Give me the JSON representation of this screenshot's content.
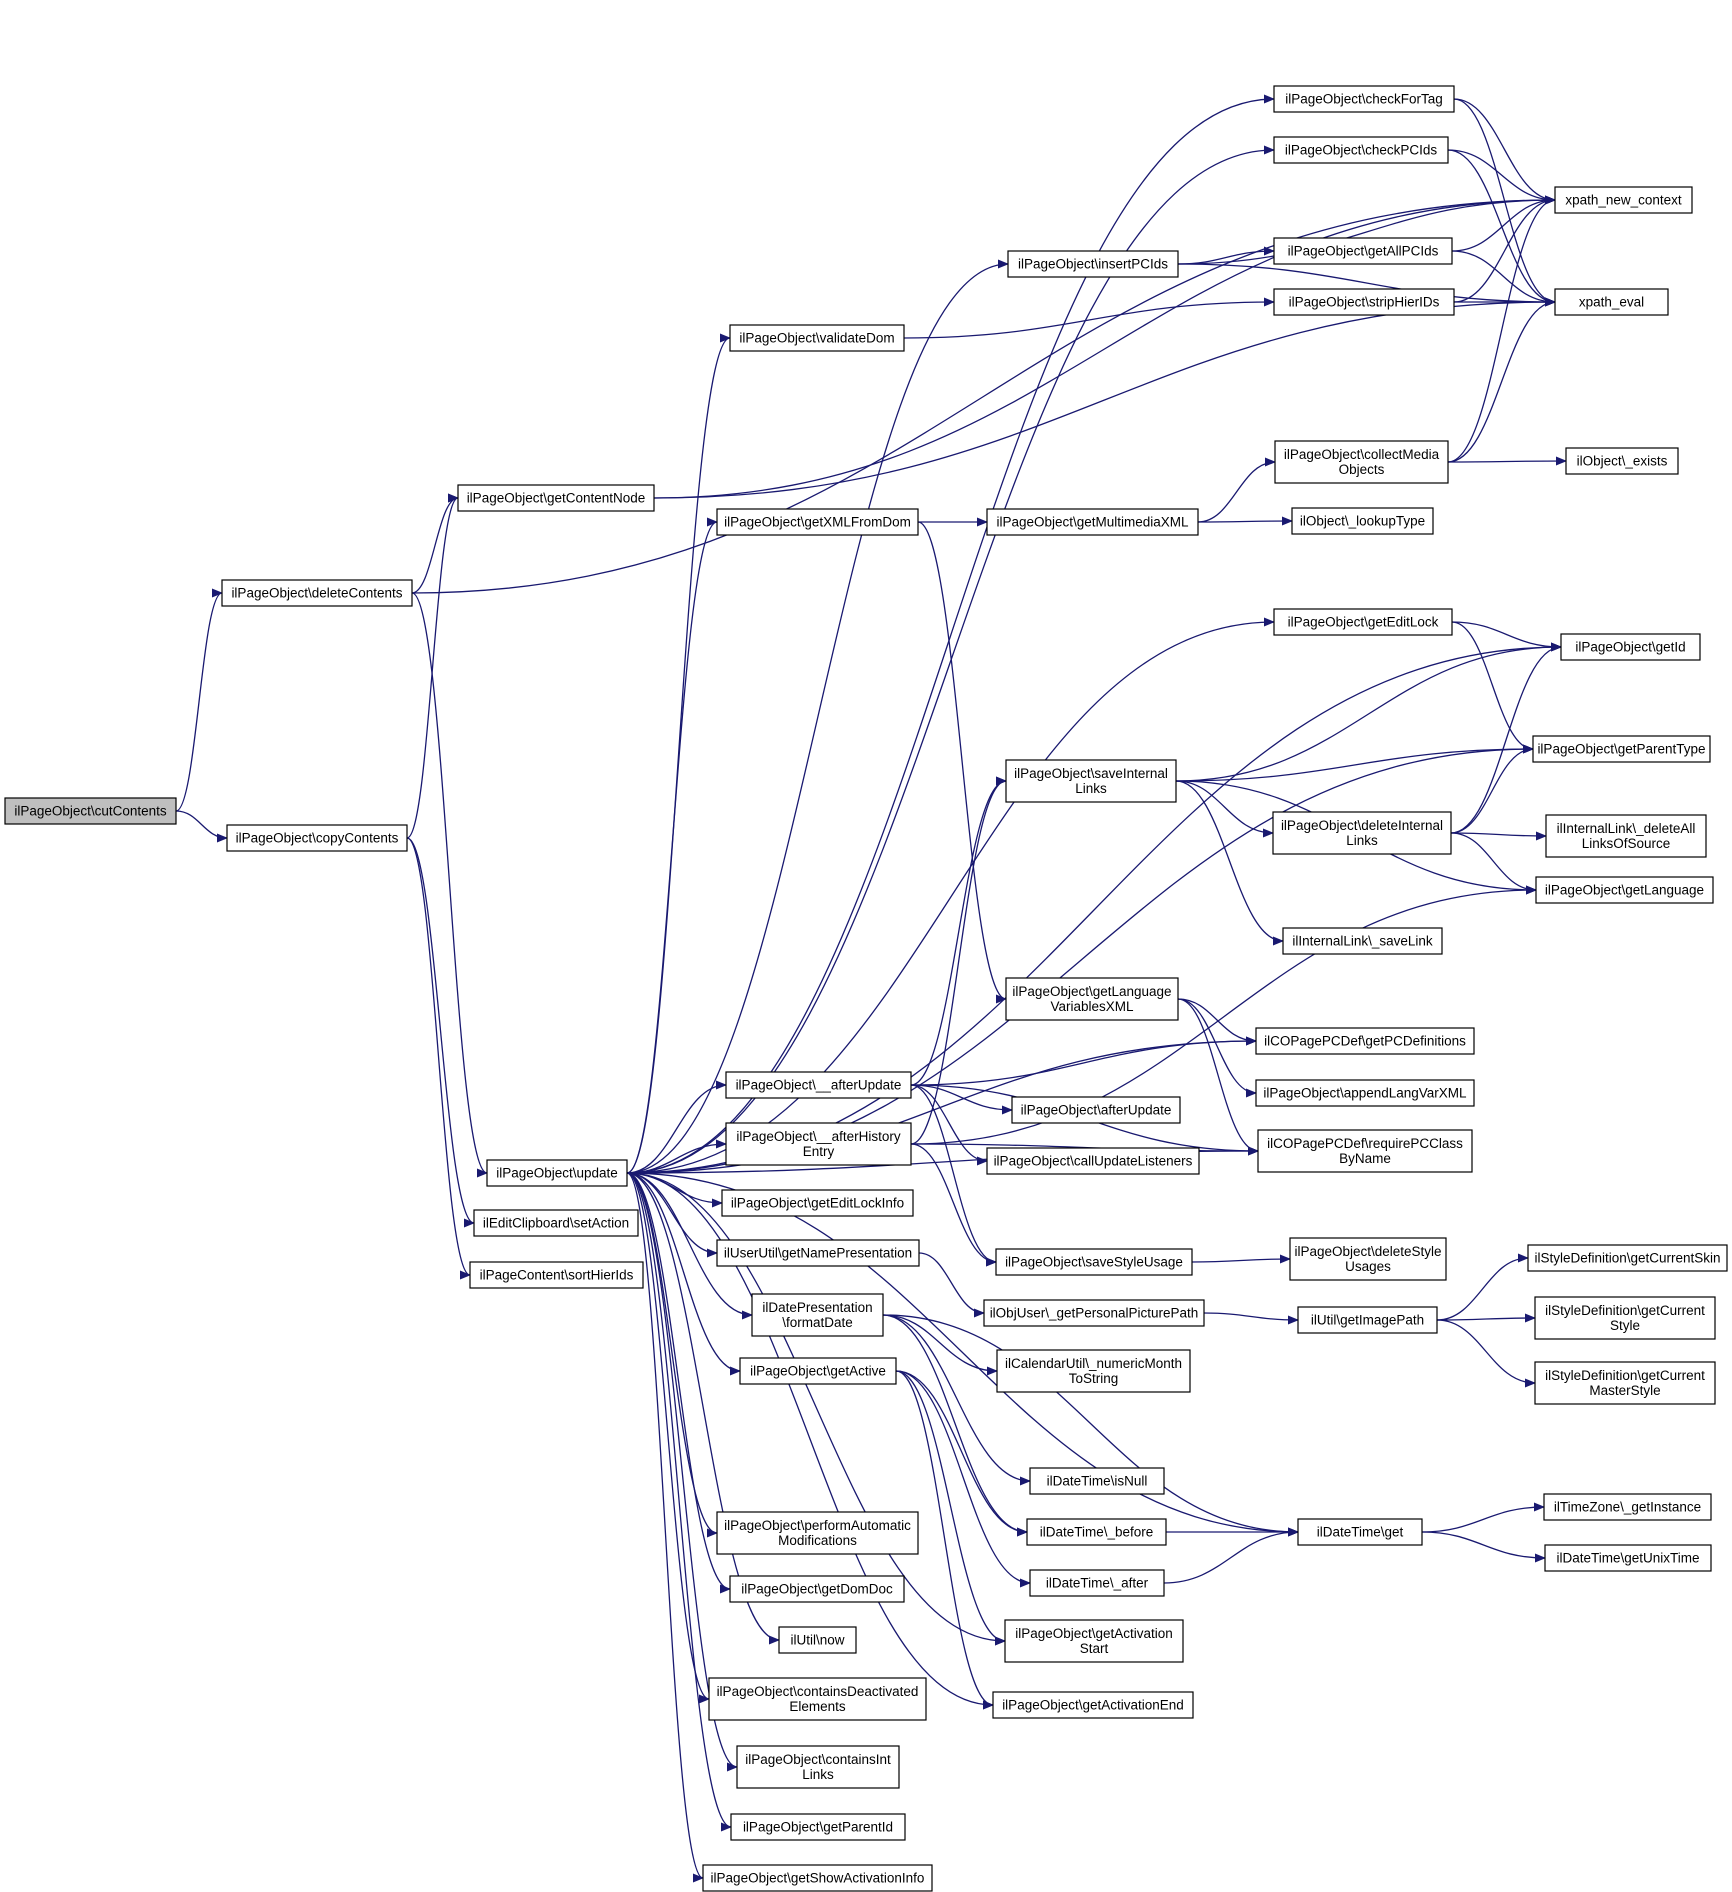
{
  "diagram": {
    "nodes": [
      {
        "id": "cutContents",
        "lines": [
          "ilPageObject\\cutContents"
        ],
        "root": true
      },
      {
        "id": "deleteContents",
        "lines": [
          "ilPageObject\\deleteContents"
        ]
      },
      {
        "id": "copyContents",
        "lines": [
          "ilPageObject\\copyContents"
        ]
      },
      {
        "id": "getContentNode",
        "lines": [
          "ilPageObject\\getContentNode"
        ]
      },
      {
        "id": "update",
        "lines": [
          "ilPageObject\\update"
        ]
      },
      {
        "id": "setAction",
        "lines": [
          "ilEditClipboard\\setAction"
        ]
      },
      {
        "id": "sortHierIds",
        "lines": [
          "ilPageContent\\sortHierIds"
        ]
      },
      {
        "id": "checkForTag",
        "lines": [
          "ilPageObject\\checkForTag"
        ]
      },
      {
        "id": "checkPCIds",
        "lines": [
          "ilPageObject\\checkPCIds"
        ]
      },
      {
        "id": "insertPCIds",
        "lines": [
          "ilPageObject\\insertPCIds"
        ]
      },
      {
        "id": "validateDom",
        "lines": [
          "ilPageObject\\validateDom"
        ]
      },
      {
        "id": "getXMLFromDom",
        "lines": [
          "ilPageObject\\getXMLFromDom"
        ]
      },
      {
        "id": "getMultimediaXML",
        "lines": [
          "ilPageObject\\getMultimediaXML"
        ]
      },
      {
        "id": "xpath_new_context",
        "lines": [
          "xpath_new_context"
        ]
      },
      {
        "id": "xpath_eval",
        "lines": [
          "xpath_eval"
        ]
      },
      {
        "id": "getAllPCIds",
        "lines": [
          "ilPageObject\\getAllPCIds"
        ]
      },
      {
        "id": "stripHierIDs",
        "lines": [
          "ilPageObject\\stripHierIDs"
        ]
      },
      {
        "id": "collectMediaObjects",
        "lines": [
          "ilPageObject\\collectMedia",
          "Objects"
        ]
      },
      {
        "id": "objExists",
        "lines": [
          "ilObject\\_exists"
        ]
      },
      {
        "id": "lookupType",
        "lines": [
          "ilObject\\_lookupType"
        ]
      },
      {
        "id": "getEditLock",
        "lines": [
          "ilPageObject\\getEditLock"
        ]
      },
      {
        "id": "getId",
        "lines": [
          "ilPageObject\\getId"
        ]
      },
      {
        "id": "getParentType",
        "lines": [
          "ilPageObject\\getParentType"
        ]
      },
      {
        "id": "saveInternalLinks",
        "lines": [
          "ilPageObject\\saveInternal",
          "Links"
        ]
      },
      {
        "id": "deleteInternalLinks",
        "lines": [
          "ilPageObject\\deleteInternal",
          "Links"
        ]
      },
      {
        "id": "deleteAllLinksOfSource",
        "lines": [
          "ilInternalLink\\_deleteAll",
          "LinksOfSource"
        ]
      },
      {
        "id": "getLanguage",
        "lines": [
          "ilPageObject\\getLanguage"
        ]
      },
      {
        "id": "saveLink",
        "lines": [
          "ilInternalLink\\_saveLink"
        ]
      },
      {
        "id": "getLanguageVariablesXML",
        "lines": [
          "ilPageObject\\getLanguage",
          "VariablesXML"
        ]
      },
      {
        "id": "getPCDefinitions",
        "lines": [
          "ilCOPagePCDef\\getPCDefinitions"
        ]
      },
      {
        "id": "appendLangVarXML",
        "lines": [
          "ilPageObject\\appendLangVarXML"
        ]
      },
      {
        "id": "requirePCClassByName",
        "lines": [
          "ilCOPagePCDef\\requirePCClass",
          "ByName"
        ]
      },
      {
        "id": "__afterUpdate",
        "lines": [
          "ilPageObject\\__afterUpdate"
        ]
      },
      {
        "id": "__afterHistoryEntry",
        "lines": [
          "ilPageObject\\__afterHistory",
          "Entry"
        ]
      },
      {
        "id": "afterUpdate",
        "lines": [
          "ilPageObject\\afterUpdate"
        ]
      },
      {
        "id": "callUpdateListeners",
        "lines": [
          "ilPageObject\\callUpdateListeners"
        ]
      },
      {
        "id": "getEditLockInfo",
        "lines": [
          "ilPageObject\\getEditLockInfo"
        ]
      },
      {
        "id": "getNamePresentation",
        "lines": [
          "ilUserUtil\\getNamePresentation"
        ]
      },
      {
        "id": "saveStyleUsage",
        "lines": [
          "ilPageObject\\saveStyleUsage"
        ]
      },
      {
        "id": "deleteStyleUsages",
        "lines": [
          "ilPageObject\\deleteStyle",
          "Usages"
        ]
      },
      {
        "id": "getPersonalPicturePath",
        "lines": [
          "ilObjUser\\_getPersonalPicturePath"
        ]
      },
      {
        "id": "getImagePath",
        "lines": [
          "ilUtil\\getImagePath"
        ]
      },
      {
        "id": "getCurrentSkin",
        "lines": [
          "ilStyleDefinition\\getCurrentSkin"
        ]
      },
      {
        "id": "getCurrentStyle",
        "lines": [
          "ilStyleDefinition\\getCurrent",
          "Style"
        ]
      },
      {
        "id": "getCurrentMasterStyle",
        "lines": [
          "ilStyleDefinition\\getCurrent",
          "MasterStyle"
        ]
      },
      {
        "id": "formatDate",
        "lines": [
          "ilDatePresentation",
          "\\formatDate"
        ]
      },
      {
        "id": "numericMonthToString",
        "lines": [
          "ilCalendarUtil\\_numericMonth",
          "ToString"
        ]
      },
      {
        "id": "getActive",
        "lines": [
          "ilPageObject\\getActive"
        ]
      },
      {
        "id": "isNull",
        "lines": [
          "ilDateTime\\isNull"
        ]
      },
      {
        "id": "before",
        "lines": [
          "ilDateTime\\_before"
        ]
      },
      {
        "id": "after",
        "lines": [
          "ilDateTime\\_after"
        ]
      },
      {
        "id": "dtGet",
        "lines": [
          "ilDateTime\\get"
        ]
      },
      {
        "id": "getInstance",
        "lines": [
          "ilTimeZone\\_getInstance"
        ]
      },
      {
        "id": "getUnixTime",
        "lines": [
          "ilDateTime\\getUnixTime"
        ]
      },
      {
        "id": "getActivationStart",
        "lines": [
          "ilPageObject\\getActivation",
          "Start"
        ]
      },
      {
        "id": "getActivationEnd",
        "lines": [
          "ilPageObject\\getActivationEnd"
        ]
      },
      {
        "id": "performAutomaticModifications",
        "lines": [
          "ilPageObject\\performAutomatic",
          "Modifications"
        ]
      },
      {
        "id": "getDomDoc",
        "lines": [
          "ilPageObject\\getDomDoc"
        ]
      },
      {
        "id": "now",
        "lines": [
          "ilUtil\\now"
        ]
      },
      {
        "id": "containsDeactivatedElements",
        "lines": [
          "ilPageObject\\containsDeactivated",
          "Elements"
        ]
      },
      {
        "id": "containsIntLinks",
        "lines": [
          "ilPageObject\\containsInt",
          "Links"
        ]
      },
      {
        "id": "getParentId",
        "lines": [
          "ilPageObject\\getParentId"
        ]
      },
      {
        "id": "getShowActivationInfo",
        "lines": [
          "ilPageObject\\getShowActivationInfo"
        ]
      }
    ],
    "edges": [
      [
        "cutContents",
        "deleteContents"
      ],
      [
        "cutContents",
        "copyContents"
      ],
      [
        "deleteContents",
        "getContentNode"
      ],
      [
        "deleteContents",
        "xpath_new_context"
      ],
      [
        "deleteContents",
        "update"
      ],
      [
        "copyContents",
        "getContentNode"
      ],
      [
        "copyContents",
        "setAction"
      ],
      [
        "copyContents",
        "sortHierIds"
      ],
      [
        "getContentNode",
        "xpath_new_context"
      ],
      [
        "getContentNode",
        "xpath_eval"
      ],
      [
        "update",
        "checkForTag"
      ],
      [
        "update",
        "checkPCIds"
      ],
      [
        "update",
        "insertPCIds"
      ],
      [
        "update",
        "validateDom"
      ],
      [
        "update",
        "getXMLFromDom"
      ],
      [
        "update",
        "getEditLock"
      ],
      [
        "update",
        "getId"
      ],
      [
        "update",
        "getParentType"
      ],
      [
        "update",
        "getPCDefinitions"
      ],
      [
        "update",
        "requirePCClassByName"
      ],
      [
        "update",
        "__afterUpdate"
      ],
      [
        "update",
        "__afterHistoryEntry"
      ],
      [
        "update",
        "getEditLockInfo"
      ],
      [
        "update",
        "getNamePresentation"
      ],
      [
        "update",
        "formatDate"
      ],
      [
        "update",
        "getActive"
      ],
      [
        "update",
        "performAutomaticModifications"
      ],
      [
        "update",
        "getDomDoc"
      ],
      [
        "update",
        "now"
      ],
      [
        "update",
        "containsDeactivatedElements"
      ],
      [
        "update",
        "containsIntLinks"
      ],
      [
        "update",
        "getParentId"
      ],
      [
        "update",
        "getShowActivationInfo"
      ],
      [
        "update",
        "getActivationStart"
      ],
      [
        "update",
        "getActivationEnd"
      ],
      [
        "update",
        "dtGet"
      ],
      [
        "checkForTag",
        "xpath_new_context"
      ],
      [
        "checkForTag",
        "xpath_eval"
      ],
      [
        "checkPCIds",
        "xpath_new_context"
      ],
      [
        "checkPCIds",
        "xpath_eval"
      ],
      [
        "insertPCIds",
        "xpath_new_context"
      ],
      [
        "insertPCIds",
        "getAllPCIds"
      ],
      [
        "insertPCIds",
        "xpath_eval"
      ],
      [
        "getAllPCIds",
        "xpath_new_context"
      ],
      [
        "getAllPCIds",
        "xpath_eval"
      ],
      [
        "validateDom",
        "stripHierIDs"
      ],
      [
        "stripHierIDs",
        "xpath_new_context"
      ],
      [
        "stripHierIDs",
        "xpath_eval"
      ],
      [
        "getXMLFromDom",
        "getMultimediaXML"
      ],
      [
        "getXMLFromDom",
        "getLanguageVariablesXML"
      ],
      [
        "getMultimediaXML",
        "collectMediaObjects"
      ],
      [
        "getMultimediaXML",
        "lookupType"
      ],
      [
        "collectMediaObjects",
        "xpath_new_context"
      ],
      [
        "collectMediaObjects",
        "xpath_eval"
      ],
      [
        "collectMediaObjects",
        "objExists"
      ],
      [
        "getEditLock",
        "getId"
      ],
      [
        "getEditLock",
        "getParentType"
      ],
      [
        "saveInternalLinks",
        "getId"
      ],
      [
        "saveInternalLinks",
        "getParentType"
      ],
      [
        "saveInternalLinks",
        "deleteInternalLinks"
      ],
      [
        "saveInternalLinks",
        "getLanguage"
      ],
      [
        "saveInternalLinks",
        "saveLink"
      ],
      [
        "deleteInternalLinks",
        "getId"
      ],
      [
        "deleteInternalLinks",
        "getParentType"
      ],
      [
        "deleteInternalLinks",
        "deleteAllLinksOfSource"
      ],
      [
        "deleteInternalLinks",
        "getLanguage"
      ],
      [
        "getLanguageVariablesXML",
        "getPCDefinitions"
      ],
      [
        "getLanguageVariablesXML",
        "appendLangVarXML"
      ],
      [
        "getLanguageVariablesXML",
        "requirePCClassByName"
      ],
      [
        "__afterUpdate",
        "saveInternalLinks"
      ],
      [
        "__afterUpdate",
        "afterUpdate"
      ],
      [
        "__afterUpdate",
        "callUpdateListeners"
      ],
      [
        "__afterUpdate",
        "saveStyleUsage"
      ],
      [
        "__afterUpdate",
        "getPCDefinitions"
      ],
      [
        "__afterUpdate",
        "requirePCClassByName"
      ],
      [
        "__afterHistoryEntry",
        "saveInternalLinks"
      ],
      [
        "__afterHistoryEntry",
        "saveStyleUsage"
      ],
      [
        "__afterHistoryEntry",
        "getLanguage"
      ],
      [
        "__afterHistoryEntry",
        "requirePCClassByName"
      ],
      [
        "saveStyleUsage",
        "deleteStyleUsages"
      ],
      [
        "getNamePresentation",
        "getPersonalPicturePath"
      ],
      [
        "getPersonalPicturePath",
        "getImagePath"
      ],
      [
        "getImagePath",
        "getCurrentSkin"
      ],
      [
        "getImagePath",
        "getCurrentStyle"
      ],
      [
        "getImagePath",
        "getCurrentMasterStyle"
      ],
      [
        "formatDate",
        "numericMonthToString"
      ],
      [
        "formatDate",
        "isNull"
      ],
      [
        "formatDate",
        "before"
      ],
      [
        "formatDate",
        "dtGet"
      ],
      [
        "getActive",
        "getActivationStart"
      ],
      [
        "getActive",
        "getActivationEnd"
      ],
      [
        "getActive",
        "before"
      ],
      [
        "getActive",
        "after"
      ],
      [
        "before",
        "dtGet"
      ],
      [
        "after",
        "dtGet"
      ],
      [
        "dtGet",
        "getInstance"
      ],
      [
        "dtGet",
        "getUnixTime"
      ]
    ]
  }
}
